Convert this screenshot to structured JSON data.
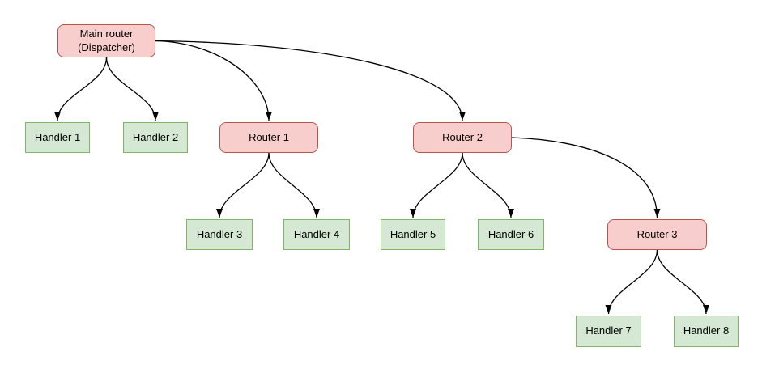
{
  "diagram": {
    "type": "tree-flowchart",
    "description": "Router dispatch tree: a main dispatcher routing to handlers and nested routers",
    "colors": {
      "router_fill": "#f8cecc",
      "router_border": "#b85450",
      "handler_fill": "#d5e8d4",
      "handler_border": "#82b366",
      "edge_color": "#000000",
      "text_color": "#000000",
      "bg_color": "#ffffff"
    },
    "nodes": {
      "main": {
        "type": "router",
        "line1": "Main router",
        "line2": "(Dispatcher)"
      },
      "router1": {
        "type": "router",
        "label": "Router 1"
      },
      "router2": {
        "type": "router",
        "label": "Router 2"
      },
      "router3": {
        "type": "router",
        "label": "Router 3"
      },
      "handler1": {
        "type": "handler",
        "label": "Handler 1"
      },
      "handler2": {
        "type": "handler",
        "label": "Handler 2"
      },
      "handler3": {
        "type": "handler",
        "label": "Handler 3"
      },
      "handler4": {
        "type": "handler",
        "label": "Handler 4"
      },
      "handler5": {
        "type": "handler",
        "label": "Handler 5"
      },
      "handler6": {
        "type": "handler",
        "label": "Handler 6"
      },
      "handler7": {
        "type": "handler",
        "label": "Handler 7"
      },
      "handler8": {
        "type": "handler",
        "label": "Handler 8"
      }
    },
    "edges": [
      {
        "from": "main",
        "to": "handler1"
      },
      {
        "from": "main",
        "to": "handler2"
      },
      {
        "from": "main",
        "to": "router1"
      },
      {
        "from": "main",
        "to": "router2"
      },
      {
        "from": "router1",
        "to": "handler3"
      },
      {
        "from": "router1",
        "to": "handler4"
      },
      {
        "from": "router2",
        "to": "handler5"
      },
      {
        "from": "router2",
        "to": "handler6"
      },
      {
        "from": "router2",
        "to": "router3"
      },
      {
        "from": "router3",
        "to": "handler7"
      },
      {
        "from": "router3",
        "to": "handler8"
      }
    ]
  }
}
